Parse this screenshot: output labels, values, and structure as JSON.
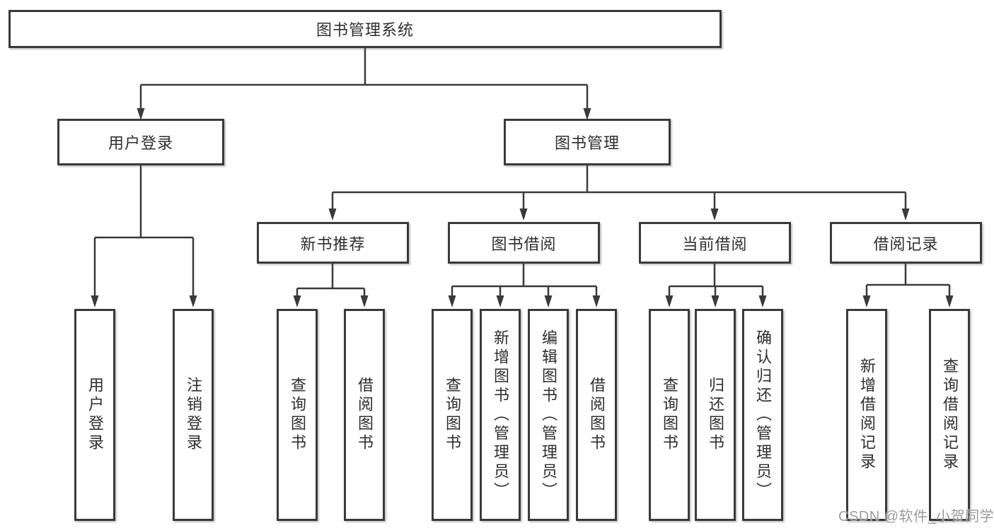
{
  "diagram": {
    "title": "图书管理系统",
    "type": "hierarchy-tree",
    "style": {
      "line_color": "#3a3a3a",
      "box_border_color": "#3a3a3a",
      "box_background": "#ffffff",
      "text_color": "#2e2e2e",
      "watermark_color": "#9b9b9b"
    }
  },
  "nodes": {
    "root": "图书管理系统",
    "level2": [
      "用户登录",
      "图书管理"
    ],
    "level3": [
      "新书推荐",
      "图书借阅",
      "当前借阅",
      "借阅记录"
    ],
    "leaves_user_login": [
      "用户登录",
      "注销登录"
    ],
    "leaves_new_book": [
      "查询图书",
      "借阅图书"
    ],
    "leaves_book_borrow": [
      "查询图书",
      "新增图书（管理员）",
      "编辑图书（管理员）",
      "借阅图书"
    ],
    "leaves_current_borrow": [
      "查询图书",
      "归还图书",
      "确认归还（管理员）"
    ],
    "leaves_borrow_records": [
      "新增借阅记录",
      "查询借阅记录"
    ]
  },
  "watermark": "CSDN @软件_小贺同学"
}
